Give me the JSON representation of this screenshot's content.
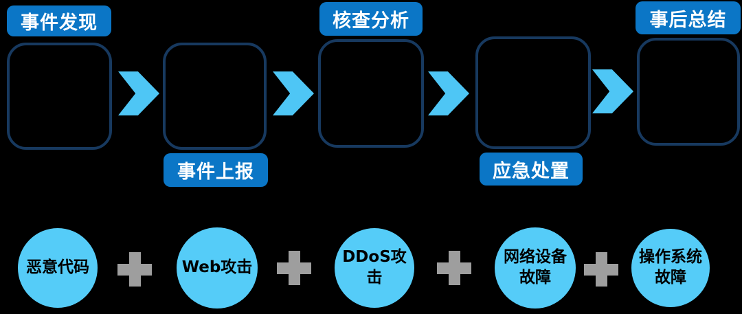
{
  "flow": {
    "stages": [
      {
        "label": "事件发现",
        "label_position": "top"
      },
      {
        "label": "事件上报",
        "label_position": "bottom"
      },
      {
        "label": "核查分析",
        "label_position": "top"
      },
      {
        "label": "应急处置",
        "label_position": "bottom"
      },
      {
        "label": "事后总结",
        "label_position": "top"
      }
    ],
    "connector_icon": "chevron-right-icon"
  },
  "incident_types": {
    "items": [
      {
        "label": "恶意代码",
        "display": "恶意代码"
      },
      {
        "label": "Web攻击",
        "display": "Web攻击"
      },
      {
        "label": "DDoS攻击",
        "display": "DDoS攻击"
      },
      {
        "label": "网络设备故障",
        "display": "网络设备\n故障"
      },
      {
        "label": "操作系统故障",
        "display": "操作系统\n故障"
      }
    ],
    "separator_icon": "plus-icon"
  },
  "colors": {
    "background": "#000000",
    "stage_badge_blue": "#0B76C6",
    "stage_box_border_navy": "#17395F",
    "arrow_cyan": "#4EC6F5",
    "circle_blue": "#55CCF8",
    "plus_gray": "#9E9E9E",
    "badge_text": "#FFFFFF",
    "circle_text": "#000000"
  }
}
